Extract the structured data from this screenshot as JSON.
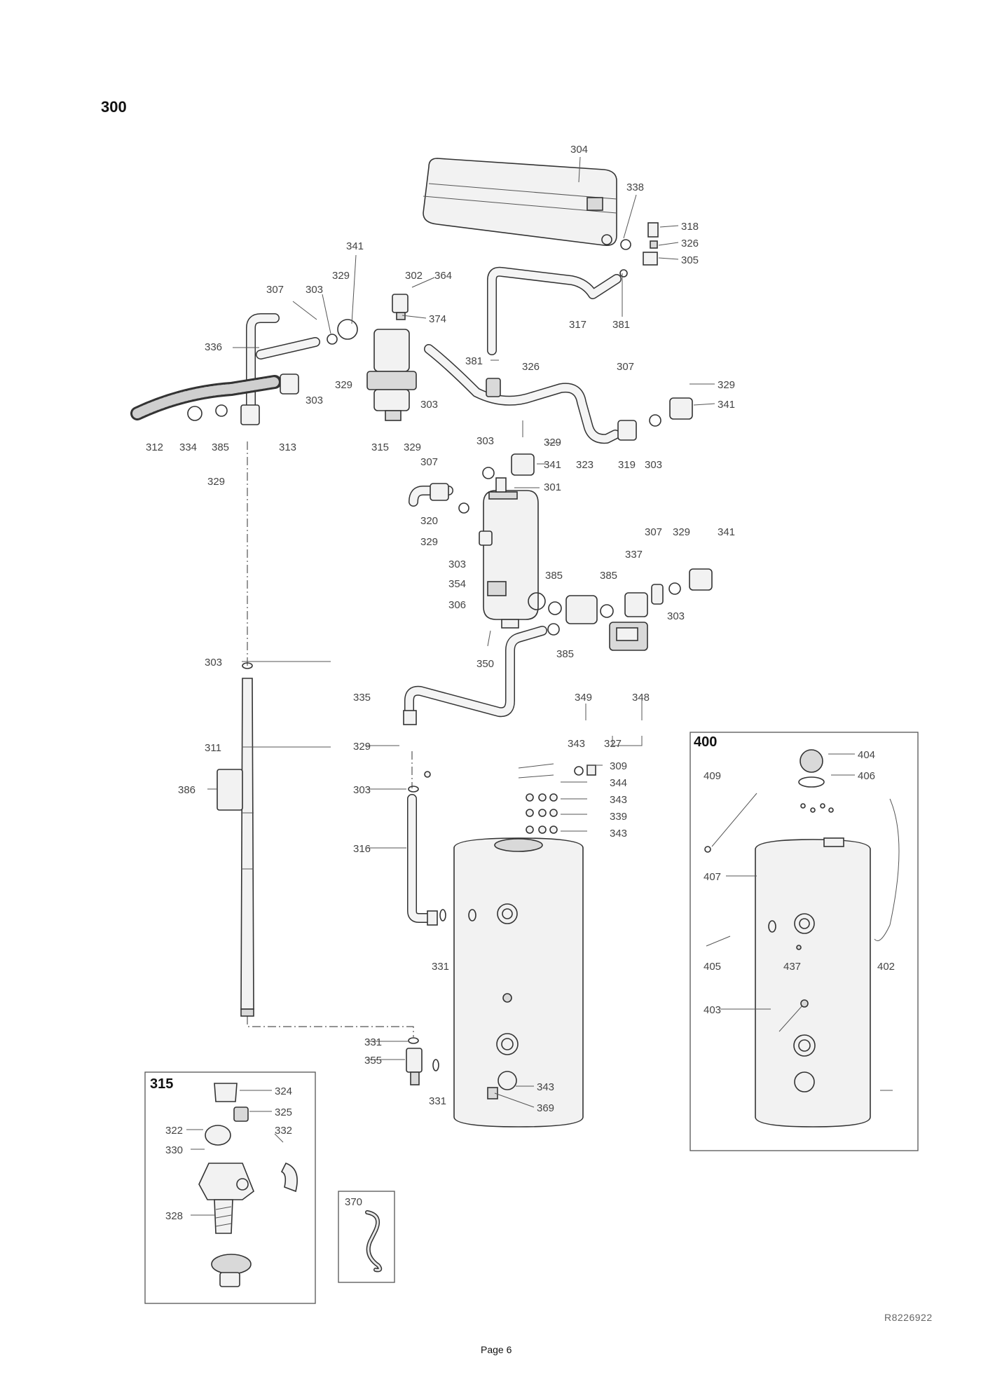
{
  "diagram": {
    "main_section": "300",
    "insets": [
      {
        "id": "inset-400",
        "title": "400"
      },
      {
        "id": "inset-315",
        "title": "315"
      },
      {
        "id": "inset-370",
        "title": "370"
      }
    ],
    "reference_code": "R8226922",
    "page_label": "Page 6",
    "labels": [
      {
        "id": "304",
        "text": "304"
      },
      {
        "id": "338",
        "text": "338"
      },
      {
        "id": "318",
        "text": "318"
      },
      {
        "id": "326a",
        "text": "326"
      },
      {
        "id": "305",
        "text": "305"
      },
      {
        "id": "341a",
        "text": "341"
      },
      {
        "id": "329a",
        "text": "329"
      },
      {
        "id": "302",
        "text": "302"
      },
      {
        "id": "364",
        "text": "364"
      },
      {
        "id": "307a",
        "text": "307"
      },
      {
        "id": "303a",
        "text": "303"
      },
      {
        "id": "374",
        "text": "374"
      },
      {
        "id": "317",
        "text": "317"
      },
      {
        "id": "381a",
        "text": "381"
      },
      {
        "id": "336",
        "text": "336"
      },
      {
        "id": "381b",
        "text": "381"
      },
      {
        "id": "326b",
        "text": "326"
      },
      {
        "id": "307b",
        "text": "307"
      },
      {
        "id": "329b",
        "text": "329"
      },
      {
        "id": "329c",
        "text": "329"
      },
      {
        "id": "303b",
        "text": "303"
      },
      {
        "id": "303c",
        "text": "303"
      },
      {
        "id": "341b",
        "text": "341"
      },
      {
        "id": "312",
        "text": "312"
      },
      {
        "id": "334",
        "text": "334"
      },
      {
        "id": "385a",
        "text": "385"
      },
      {
        "id": "313",
        "text": "313"
      },
      {
        "id": "315",
        "text": "315"
      },
      {
        "id": "329d",
        "text": "329"
      },
      {
        "id": "323",
        "text": "323"
      },
      {
        "id": "319",
        "text": "319"
      },
      {
        "id": "303d",
        "text": "303"
      },
      {
        "id": "303e",
        "text": "303"
      },
      {
        "id": "329e",
        "text": "329"
      },
      {
        "id": "307c",
        "text": "307"
      },
      {
        "id": "341c",
        "text": "341"
      },
      {
        "id": "329f",
        "text": "329"
      },
      {
        "id": "301",
        "text": "301"
      },
      {
        "id": "320",
        "text": "320"
      },
      {
        "id": "329g",
        "text": "329"
      },
      {
        "id": "307d",
        "text": "307"
      },
      {
        "id": "329h",
        "text": "329"
      },
      {
        "id": "341d",
        "text": "341"
      },
      {
        "id": "303f",
        "text": "303"
      },
      {
        "id": "337",
        "text": "337"
      },
      {
        "id": "385b",
        "text": "385"
      },
      {
        "id": "385c",
        "text": "385"
      },
      {
        "id": "354",
        "text": "354"
      },
      {
        "id": "306",
        "text": "306"
      },
      {
        "id": "303g",
        "text": "303"
      },
      {
        "id": "350",
        "text": "350"
      },
      {
        "id": "385d",
        "text": "385"
      },
      {
        "id": "303h",
        "text": "303"
      },
      {
        "id": "335",
        "text": "335"
      },
      {
        "id": "349",
        "text": "349"
      },
      {
        "id": "348",
        "text": "348"
      },
      {
        "id": "311",
        "text": "311"
      },
      {
        "id": "329i",
        "text": "329"
      },
      {
        "id": "343a",
        "text": "343"
      },
      {
        "id": "327",
        "text": "327"
      },
      {
        "id": "309",
        "text": "309"
      },
      {
        "id": "344",
        "text": "344"
      },
      {
        "id": "386",
        "text": "386"
      },
      {
        "id": "303i",
        "text": "303"
      },
      {
        "id": "343b",
        "text": "343"
      },
      {
        "id": "339",
        "text": "339"
      },
      {
        "id": "343c",
        "text": "343"
      },
      {
        "id": "316",
        "text": "316"
      },
      {
        "id": "331a",
        "text": "331"
      },
      {
        "id": "331b",
        "text": "331"
      },
      {
        "id": "355",
        "text": "355"
      },
      {
        "id": "331c",
        "text": "331"
      },
      {
        "id": "343d",
        "text": "343"
      },
      {
        "id": "369",
        "text": "369"
      },
      {
        "id": "404",
        "text": "404"
      },
      {
        "id": "406",
        "text": "406"
      },
      {
        "id": "409",
        "text": "409"
      },
      {
        "id": "407",
        "text": "407"
      },
      {
        "id": "405",
        "text": "405"
      },
      {
        "id": "437",
        "text": "437"
      },
      {
        "id": "402",
        "text": "402"
      },
      {
        "id": "403",
        "text": "403"
      },
      {
        "id": "324",
        "text": "324"
      },
      {
        "id": "325",
        "text": "325"
      },
      {
        "id": "322",
        "text": "322"
      },
      {
        "id": "332",
        "text": "332"
      },
      {
        "id": "330",
        "text": "330"
      },
      {
        "id": "328",
        "text": "328"
      },
      {
        "id": "370",
        "text": "370"
      }
    ]
  }
}
